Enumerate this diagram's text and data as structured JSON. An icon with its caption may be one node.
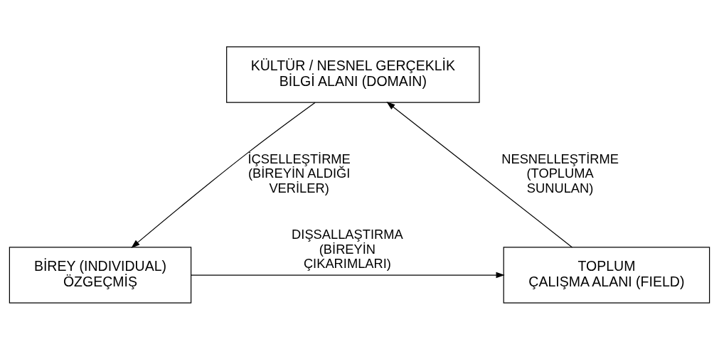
{
  "diagram": {
    "nodes": [
      {
        "text": [
          "KÜLTÜR / NESNEL GERÇEKLİK",
          "BİLGİ ALANI (DOMAIN)"
        ]
      },
      {
        "text": [
          "TOPLUM",
          "ÇALIŞMA ALANI (FIELD)"
        ]
      },
      {
        "text": [
          "BİREY (INDIVIDUAL)",
          "ÖZGEÇMİŞ"
        ]
      }
    ],
    "edges": [
      {
        "from": 1,
        "to": 0,
        "arrow": "to",
        "label": "NESNELLEŞTİRME (TOPLUMA SUNULAN)"
      },
      {
        "from": 0,
        "to": 2,
        "arrow": "to",
        "label": "İÇSELLEŞTİRME (BİREYİN ALDIĞI VERİLER)"
      },
      {
        "from": 2,
        "to": 1,
        "arrow": "to",
        "label": "DIŞSALLAŞTIRMA (BİREYİN ÇIKARIMLARI)"
      }
    ]
  }
}
